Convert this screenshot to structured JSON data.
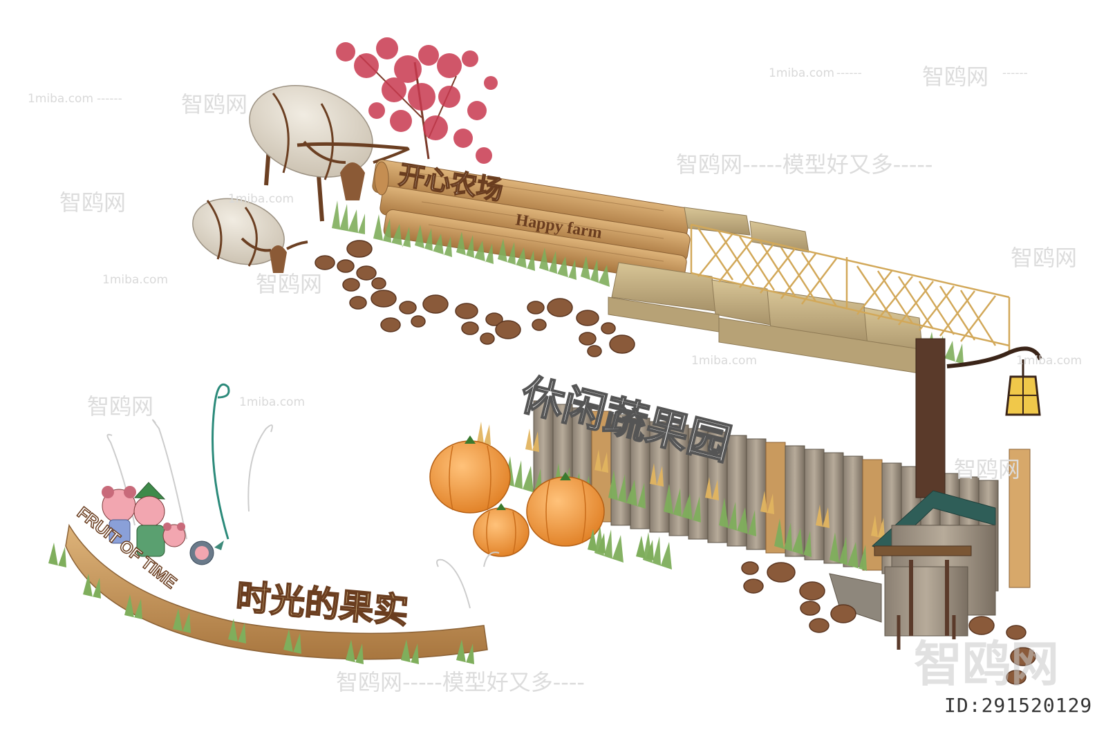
{
  "signs": {
    "happy_farm_cn": "开心农场",
    "happy_farm_en": "Happy farm",
    "leisure_garden_cn": "休闲蔬果园",
    "fruit_of_time_en": "FRUIT OF TIME",
    "fruit_of_time_cn": "时光的果实"
  },
  "watermarks": {
    "site": "1miba.com",
    "brand": "智鸥网",
    "slogan": "智鸥网-----模型好又多-----",
    "dashes": "------",
    "bottom_slogan": "智鸥网-----模型好又多----",
    "corner_logo": "智鸥网"
  },
  "id_label": "ID:291520129",
  "colors": {
    "wood": "#c99a5e",
    "stone": "#c9b486",
    "pumpkin": "#f29a3c",
    "grass": "#7fae5c",
    "maple": "#c8394f",
    "hay": "#e4ddce",
    "sign_text": "#6a3d1f"
  }
}
